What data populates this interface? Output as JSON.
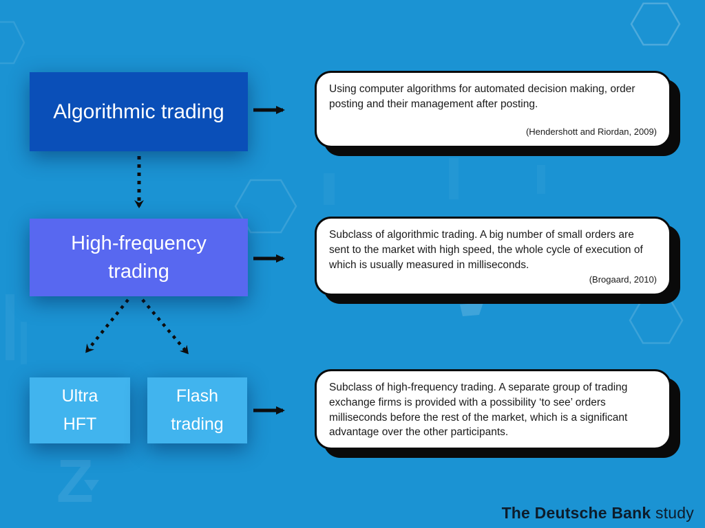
{
  "canvas": {
    "background_color": "#1b93d3",
    "arrow_color": "#0d0d0d"
  },
  "diagram": {
    "nodes": [
      {
        "label": "Algorithmic trading",
        "color": "#0a4fb8"
      },
      {
        "label": "High-frequency trading",
        "color": "#5868f0"
      },
      {
        "label": "Ultra HFT",
        "color": "#41b4ee"
      },
      {
        "label": "Flash trading",
        "color": "#41b4ee"
      }
    ],
    "notes": [
      {
        "text": "Using computer algorithms for automated decision making, order posting and their management after posting.",
        "citation": "(Hendershott and Riordan, 2009)"
      },
      {
        "text": "Subclass of algorithmic trading. A big number of small orders are sent to the market with high speed, the whole cycle of execution of which is usually measured in milliseconds.",
        "citation": "(Brogaard, 2010)"
      },
      {
        "text": "Subclass of high-frequency trading. A separate group of trading exchange firms is provided with a possibility ‘to see’ orders milliseconds before the rest of the market, which is a significant advantage over the other participants.",
        "citation": ""
      }
    ]
  },
  "footer": {
    "title_bold": "The Deutsche Bank",
    "title_regular": " study",
    "color": "#0d1c2b"
  }
}
